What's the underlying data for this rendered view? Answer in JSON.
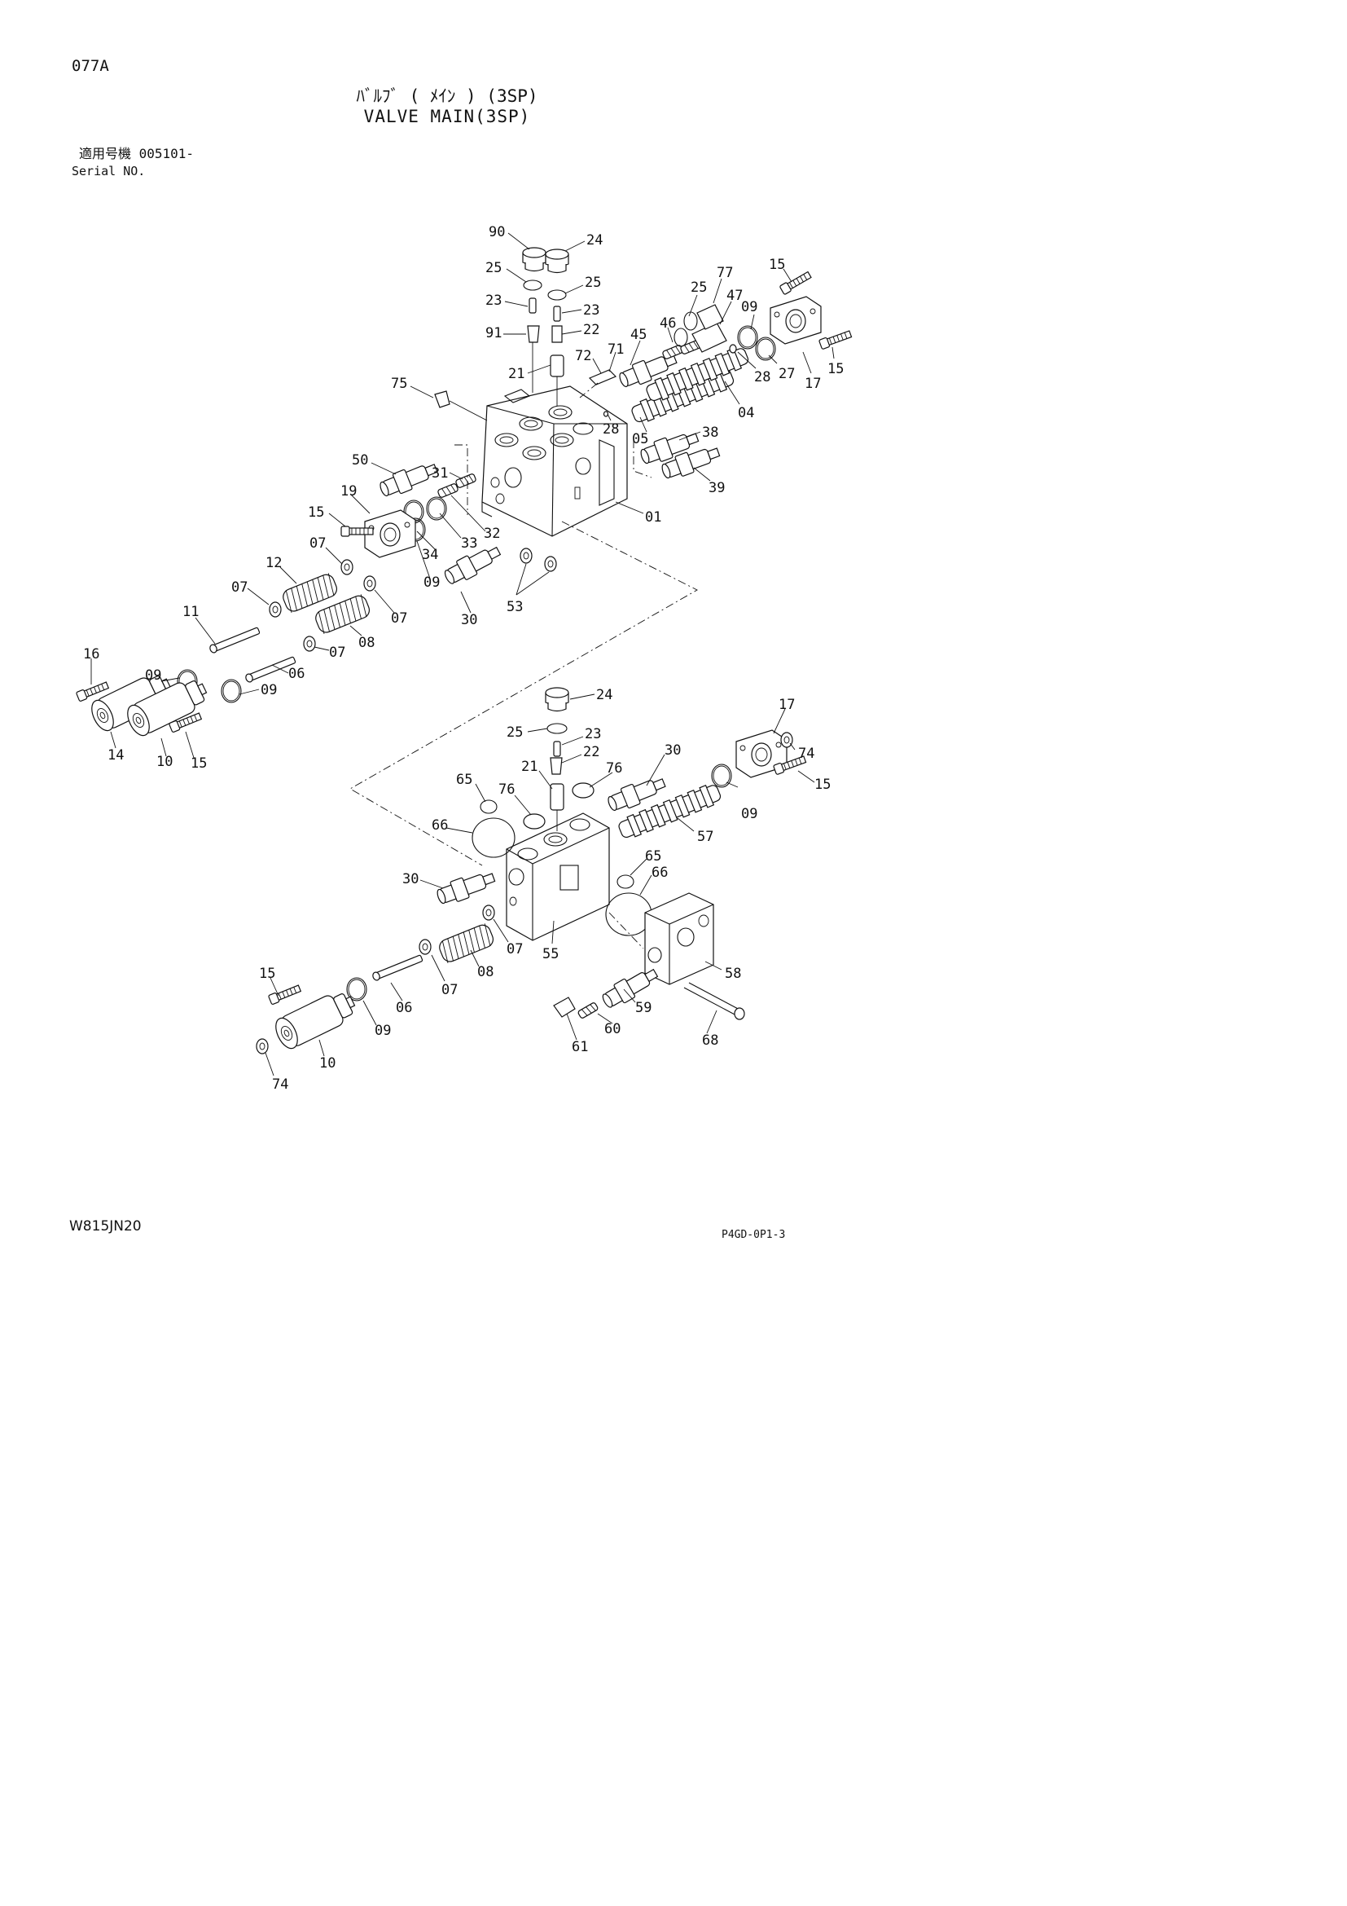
{
  "header": {
    "page_code": "077A",
    "title_jp": "ﾊﾞﾙﾌﾞ ( ﾒｲﾝ ) (3SP)",
    "title_en": "VALVE MAIN(3SP)",
    "serial_label_jp": "適用号機 005101-",
    "serial_label_en": "Serial NO."
  },
  "footer": {
    "left_code": "W815JN20",
    "right_code": "P4GD-0P1-3"
  },
  "callouts": [
    {
      "id": "c1",
      "label": "90"
    },
    {
      "id": "c2",
      "label": "24"
    },
    {
      "id": "c3",
      "label": "25"
    },
    {
      "id": "c4",
      "label": "25"
    },
    {
      "id": "c5",
      "label": "23"
    },
    {
      "id": "c6",
      "label": "23"
    },
    {
      "id": "c7",
      "label": "91"
    },
    {
      "id": "c8",
      "label": "22"
    },
    {
      "id": "c9",
      "label": "21"
    },
    {
      "id": "c10",
      "label": "72"
    },
    {
      "id": "c11",
      "label": "71"
    },
    {
      "id": "c12",
      "label": "75"
    },
    {
      "id": "c13",
      "label": "15"
    },
    {
      "id": "c14",
      "label": "77"
    },
    {
      "id": "c15",
      "label": "25"
    },
    {
      "id": "c16",
      "label": "47"
    },
    {
      "id": "c17",
      "label": "46"
    },
    {
      "id": "c18",
      "label": "45"
    },
    {
      "id": "c19",
      "label": "09"
    },
    {
      "id": "c20",
      "label": "28"
    },
    {
      "id": "c21",
      "label": "27"
    },
    {
      "id": "c22",
      "label": "17"
    },
    {
      "id": "c23",
      "label": "15"
    },
    {
      "id": "c24",
      "label": "04"
    },
    {
      "id": "c25",
      "label": "28"
    },
    {
      "id": "c26",
      "label": "05"
    },
    {
      "id": "c27",
      "label": "38"
    },
    {
      "id": "c28",
      "label": "39"
    },
    {
      "id": "c29",
      "label": "01"
    },
    {
      "id": "c30",
      "label": "50"
    },
    {
      "id": "c31",
      "label": "31"
    },
    {
      "id": "c32",
      "label": "19"
    },
    {
      "id": "c33",
      "label": "15"
    },
    {
      "id": "c34",
      "label": "33"
    },
    {
      "id": "c35",
      "label": "32"
    },
    {
      "id": "c36",
      "label": "34"
    },
    {
      "id": "c37",
      "label": "07"
    },
    {
      "id": "c38",
      "label": "12"
    },
    {
      "id": "c39",
      "label": "09"
    },
    {
      "id": "c40",
      "label": "53"
    },
    {
      "id": "c41",
      "label": "07"
    },
    {
      "id": "c42",
      "label": "07"
    },
    {
      "id": "c43",
      "label": "30"
    },
    {
      "id": "c44",
      "label": "11"
    },
    {
      "id": "c45",
      "label": "08"
    },
    {
      "id": "c46",
      "label": "07"
    },
    {
      "id": "c47",
      "label": "09"
    },
    {
      "id": "c48",
      "label": "16"
    },
    {
      "id": "c49",
      "label": "06"
    },
    {
      "id": "c50",
      "label": "09"
    },
    {
      "id": "c51",
      "label": "14"
    },
    {
      "id": "c52",
      "label": "10"
    },
    {
      "id": "c53",
      "label": "15"
    },
    {
      "id": "c54",
      "label": "24"
    },
    {
      "id": "c55",
      "label": "17"
    },
    {
      "id": "c56",
      "label": "25"
    },
    {
      "id": "c57",
      "label": "23"
    },
    {
      "id": "c58",
      "label": "22"
    },
    {
      "id": "c59",
      "label": "74"
    },
    {
      "id": "c60",
      "label": "30"
    },
    {
      "id": "c61",
      "label": "21"
    },
    {
      "id": "c62",
      "label": "76"
    },
    {
      "id": "c63",
      "label": "65"
    },
    {
      "id": "c64",
      "label": "76"
    },
    {
      "id": "c65",
      "label": "15"
    },
    {
      "id": "c66",
      "label": "09"
    },
    {
      "id": "c67",
      "label": "66"
    },
    {
      "id": "c68",
      "label": "57"
    },
    {
      "id": "c69",
      "label": "65"
    },
    {
      "id": "c70",
      "label": "30"
    },
    {
      "id": "c71",
      "label": "66"
    },
    {
      "id": "c72",
      "label": "07"
    },
    {
      "id": "c73",
      "label": "55"
    },
    {
      "id": "c74",
      "label": "58"
    },
    {
      "id": "c75",
      "label": "15"
    },
    {
      "id": "c76",
      "label": "08"
    },
    {
      "id": "c77",
      "label": "07"
    },
    {
      "id": "c78",
      "label": "59"
    },
    {
      "id": "c79",
      "label": "06"
    },
    {
      "id": "c80",
      "label": "09"
    },
    {
      "id": "c81",
      "label": "60"
    },
    {
      "id": "c82",
      "label": "61"
    },
    {
      "id": "c83",
      "label": "68"
    },
    {
      "id": "c84",
      "label": "10"
    },
    {
      "id": "c85",
      "label": "74"
    }
  ]
}
